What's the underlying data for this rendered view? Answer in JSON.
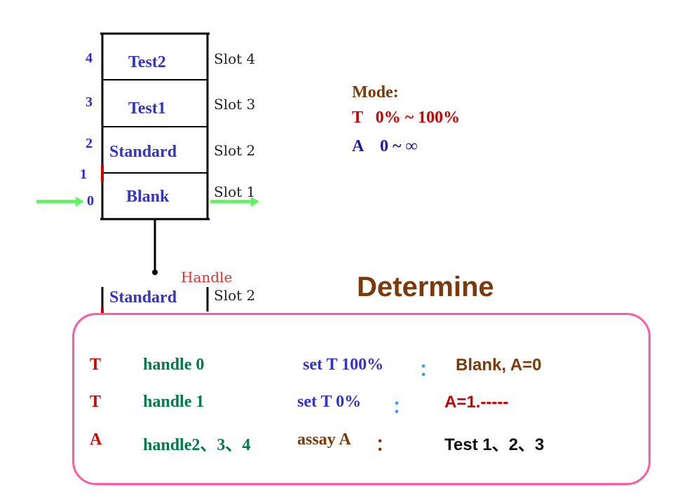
{
  "colors": {
    "panel_border": "#ff5aa0",
    "arrow": "#66ee66",
    "slot_text": "#3333cc",
    "title": "#7a3a0a"
  },
  "slots": [
    {
      "label": "Test2",
      "slot": "Slot 4",
      "num": "4"
    },
    {
      "label": "Test1",
      "slot": "Slot 3",
      "num": "3"
    },
    {
      "label": "Standard",
      "slot": "Slot 2",
      "num": "2"
    },
    {
      "label": "Blank",
      "slot": "Slot 1",
      "num": "0"
    }
  ],
  "marker_one": "1",
  "handle_label": "Handle",
  "lower": {
    "label": "Standard",
    "slot": "Slot 2"
  },
  "mode": {
    "title": "Mode:",
    "t_line": "T   0% ~ 100%",
    "a_line": "A    0 ~ ∞"
  },
  "heading": "Determine",
  "rows": [
    {
      "a": "T",
      "b": "handle 0",
      "c": "set T 100%",
      "sep": "：",
      "d": "Blank, A=0"
    },
    {
      "a": "T",
      "b": "handle 1",
      "c": "set T 0%",
      "sep": "：",
      "d": "A=1.-----"
    },
    {
      "a": "A",
      "b": "handle2、3、4",
      "c": "assay A",
      "sep": "：",
      "d": "Test 1、2、3"
    }
  ]
}
